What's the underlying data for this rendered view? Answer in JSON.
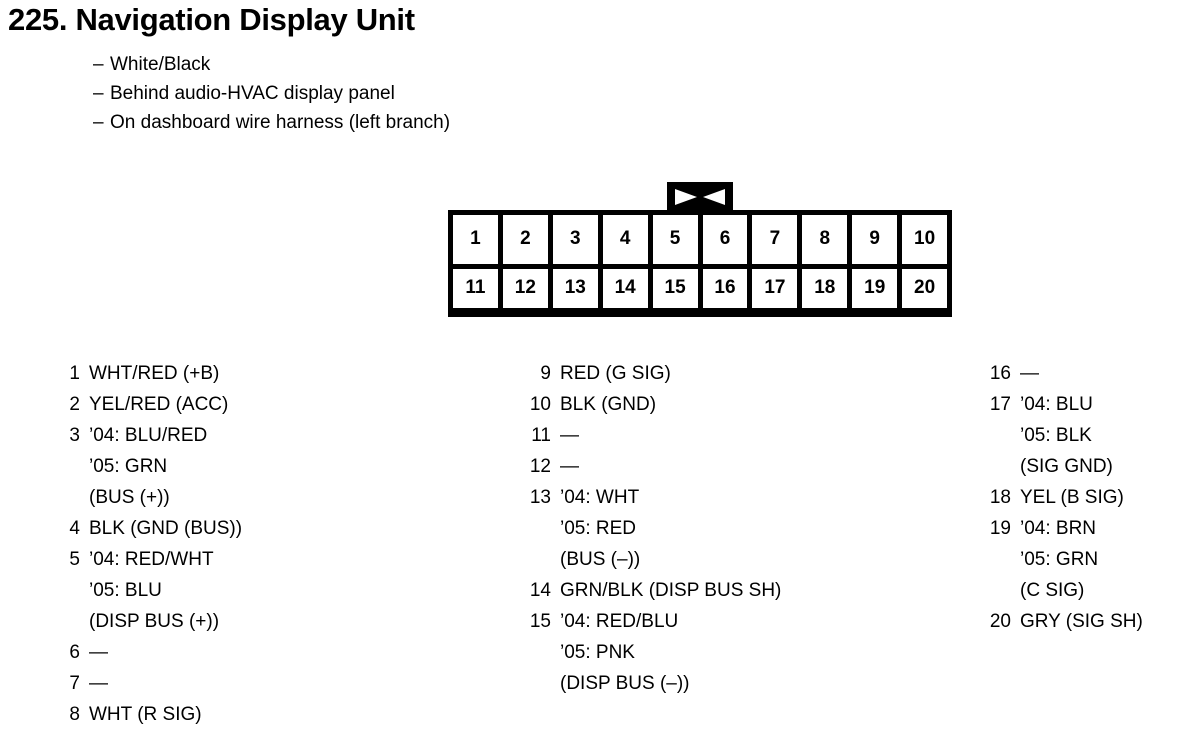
{
  "title": "225. Navigation Display Unit",
  "subtitles": [
    {
      "dash": "–",
      "text": "White/Black"
    },
    {
      "dash": "–",
      "text": "Behind audio-HVAC display panel"
    },
    {
      "dash": "–",
      "text": "On dashboard wire harness (left branch)"
    }
  ],
  "connector": {
    "latch_icon": "bowtie-latch-icon",
    "rows": [
      [
        "1",
        "2",
        "3",
        "4",
        "5",
        "6",
        "7",
        "8",
        "9",
        "10"
      ],
      [
        "11",
        "12",
        "13",
        "14",
        "15",
        "16",
        "17",
        "18",
        "19",
        "20"
      ]
    ]
  },
  "legend": {
    "columns": [
      {
        "entries": [
          {
            "num": "1",
            "lines": [
              "WHT/RED (+B)"
            ]
          },
          {
            "num": "2",
            "lines": [
              "YEL/RED (ACC)"
            ]
          },
          {
            "num": "3",
            "lines": [
              "’04: BLU/RED",
              "’05: GRN",
              "(BUS (+))"
            ]
          },
          {
            "num": "4",
            "lines": [
              "BLK (GND (BUS))"
            ]
          },
          {
            "num": "5",
            "lines": [
              "’04: RED/WHT",
              "’05: BLU",
              "(DISP BUS (+))"
            ]
          },
          {
            "num": "6",
            "lines": [
              "—"
            ]
          },
          {
            "num": "7",
            "lines": [
              "—"
            ]
          },
          {
            "num": "8",
            "lines": [
              "WHT (R SIG)"
            ]
          }
        ]
      },
      {
        "entries": [
          {
            "num": "9",
            "lines": [
              "RED (G SIG)"
            ]
          },
          {
            "num": "10",
            "lines": [
              "BLK (GND)"
            ]
          },
          {
            "num": "11",
            "lines": [
              "—"
            ]
          },
          {
            "num": "12",
            "lines": [
              "—"
            ]
          },
          {
            "num": "13",
            "lines": [
              "’04: WHT",
              "’05: RED",
              "(BUS (–))"
            ]
          },
          {
            "num": "14",
            "lines": [
              "GRN/BLK (DISP BUS SH)"
            ]
          },
          {
            "num": "15",
            "lines": [
              "’04: RED/BLU",
              "’05: PNK",
              "(DISP BUS (–))"
            ]
          }
        ]
      },
      {
        "entries": [
          {
            "num": "16",
            "lines": [
              "—"
            ]
          },
          {
            "num": "17",
            "lines": [
              "’04: BLU",
              "’05: BLK",
              "(SIG GND)"
            ]
          },
          {
            "num": "18",
            "lines": [
              "YEL (B SIG)"
            ]
          },
          {
            "num": "19",
            "lines": [
              "’04: BRN",
              "’05: GRN",
              "(C SIG)"
            ]
          },
          {
            "num": "20",
            "lines": [
              "GRY (SIG SH)"
            ]
          }
        ]
      }
    ]
  }
}
